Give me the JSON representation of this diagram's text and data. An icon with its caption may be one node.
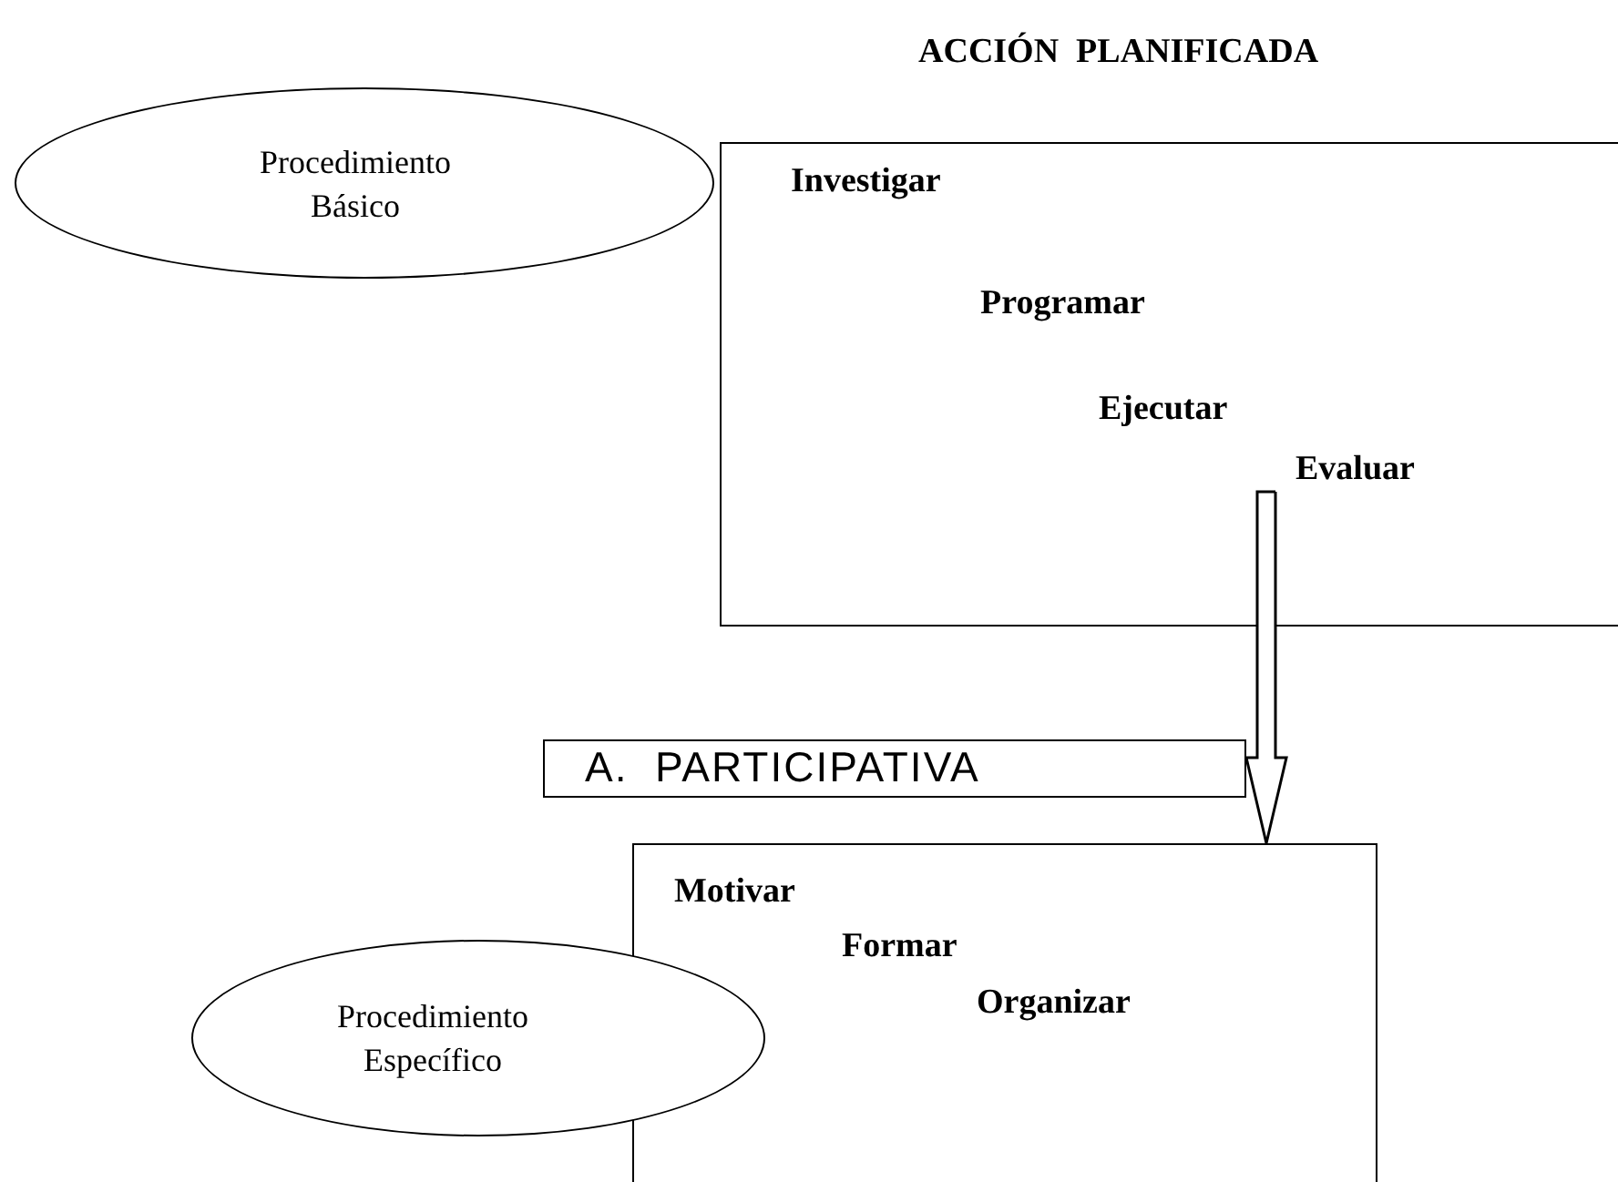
{
  "diagram": {
    "title": "ACCIÓN  PLANIFICADA",
    "nodes": [
      {
        "text": [
          "Procedimiento Básico"
        ]
      },
      {
        "text": [
          "Investigar",
          "Programar",
          "Ejecutar",
          "Evaluar"
        ]
      },
      {
        "text": [
          "A.  PARTICIPATIVA"
        ]
      },
      {
        "text": [
          "Motivar",
          "Formar",
          "Organizar"
        ]
      },
      {
        "text": [
          "Procedimiento Específico"
        ]
      }
    ],
    "edges": [
      {
        "from": 1,
        "to": 3,
        "arrow": "to"
      }
    ]
  }
}
